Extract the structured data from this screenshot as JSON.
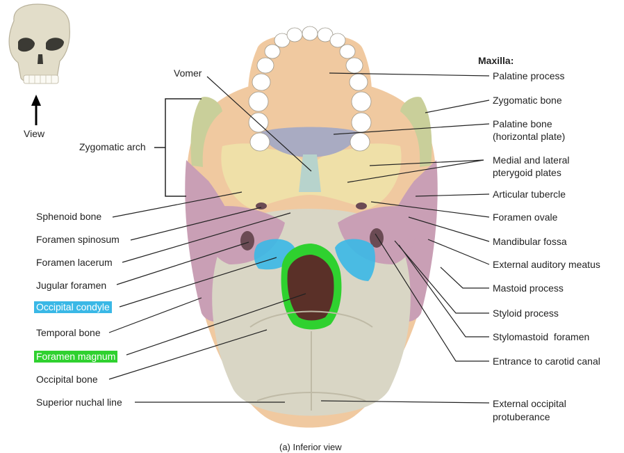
{
  "view_icon": {
    "label": "View"
  },
  "caption": "(a) Inferior view",
  "heading": "Maxilla:",
  "colors": {
    "occipital_condyle_highlight": "#3ab8e6",
    "foramen_magnum_highlight": "#2fd12f",
    "maxilla": "#f0c9a0",
    "palatine": "#a9abc2",
    "zygomatic": "#c9cf9a",
    "sphenoid": "#efe0a8",
    "temporal": "#c99fb5",
    "occipital": "#d9d6c5",
    "vomer": "#b7d3cc",
    "teeth": "#ffffff"
  },
  "left_labels": {
    "vomer": "Vomer",
    "zygomatic_arch": "Zygomatic arch",
    "sphenoid_bone": "Sphenoid bone",
    "foramen_spinosum": "Foramen spinosum",
    "foramen_lacerum": "Foramen lacerum",
    "jugular_foramen": "Jugular foramen",
    "occipital_condyle": "Occipital condyle",
    "temporal_bone": "Temporal bone",
    "foramen_magnum": "Foramen magnum",
    "occipital_bone": "Occipital bone",
    "superior_nuchal_line": "Superior nuchal line"
  },
  "right_labels": {
    "palatine_process": "Palatine process",
    "zygomatic_bone": "Zygomatic bone",
    "palatine_bone_1": "Palatine bone",
    "palatine_bone_2": "(horizontal plate)",
    "pterygoid_1": "Medial and lateral",
    "pterygoid_2": "pterygoid plates",
    "articular_tubercle": "Articular tubercle",
    "foramen_ovale": "Foramen ovale",
    "mandibular_fossa": "Mandibular fossa",
    "external_auditory_meatus": "External auditory meatus",
    "mastoid_process": "Mastoid process",
    "styloid_process": "Styloid process",
    "stylomastoid_foramen": "Stylomastoid  foramen",
    "carotid_canal": "Entrance to carotid canal",
    "ext_occ_protuberance_1": "External occipital",
    "ext_occ_protuberance_2": "protuberance"
  }
}
